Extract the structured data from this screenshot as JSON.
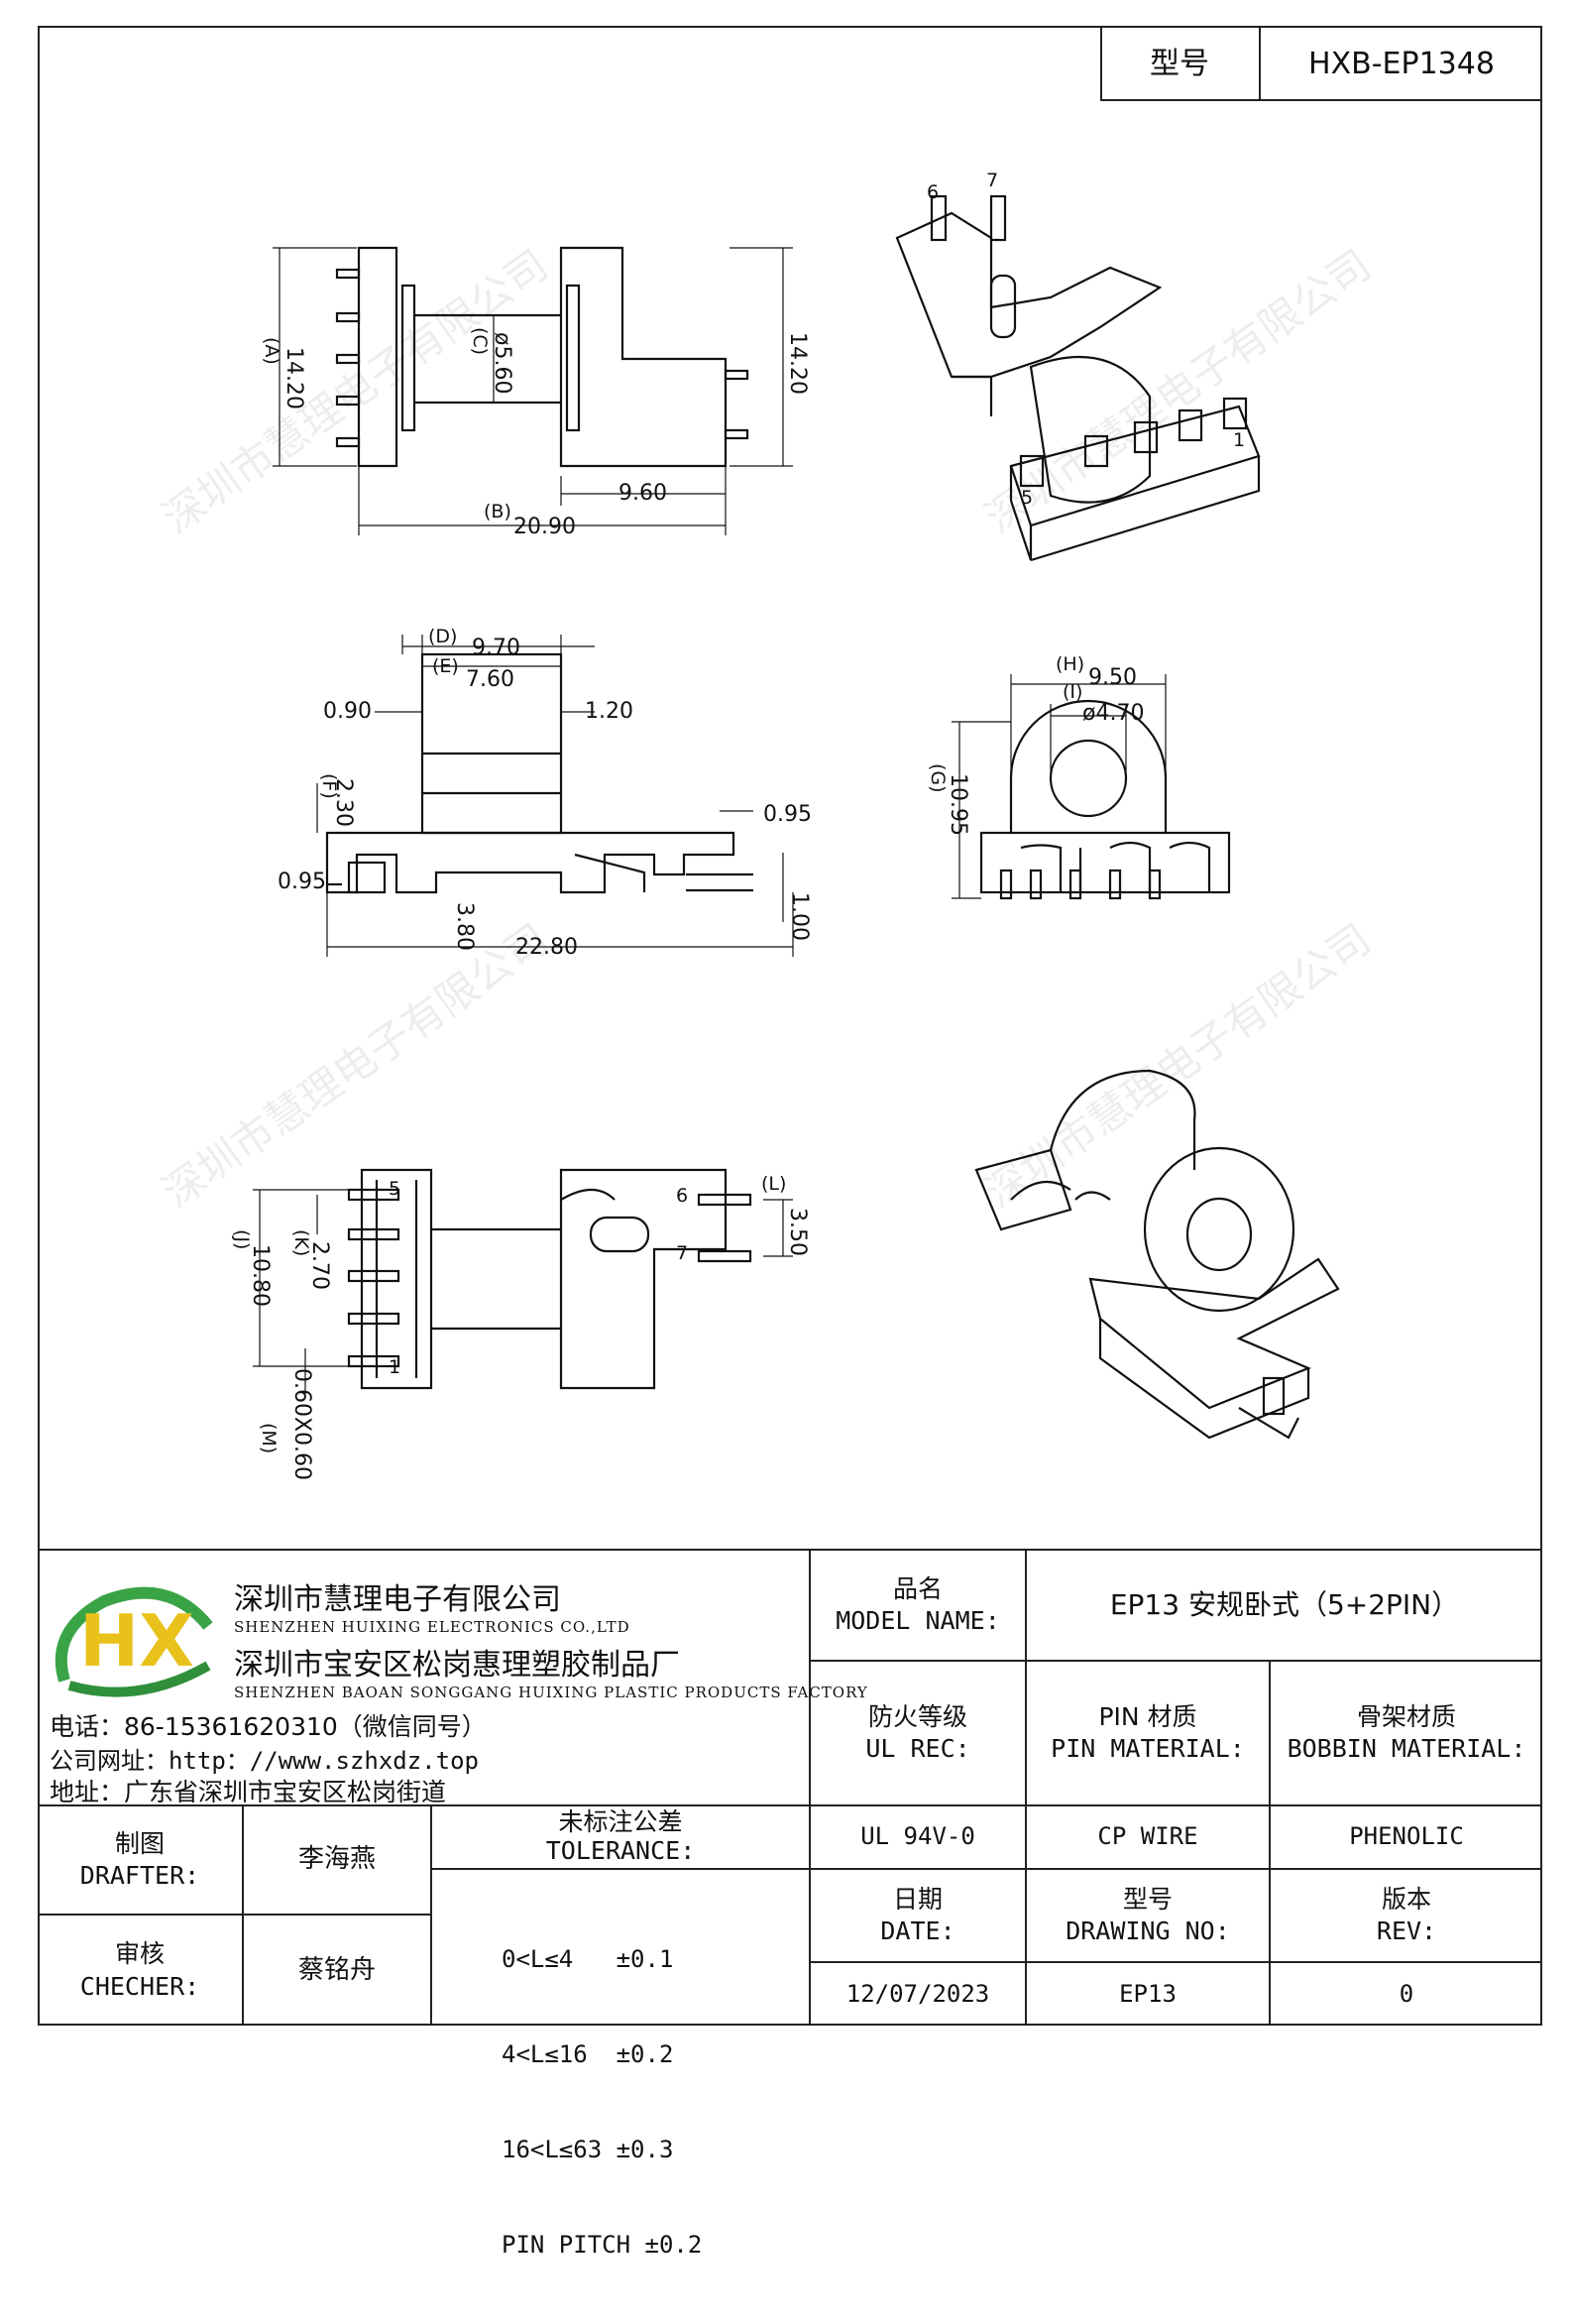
{
  "model": {
    "label": "型号",
    "value": "HXB-EP1348"
  },
  "watermark": "深圳市慧理电子有限公司",
  "views": {
    "top": {
      "A": "(A)",
      "dimA": "14.20",
      "C": "(C)",
      "dimC": "ø5.60",
      "dimRight": "14.20",
      "dim9": "9.60",
      "B": "(B)",
      "dimB": "20.90"
    },
    "iso1": {
      "pin6": "6",
      "pin7": "7",
      "pin5": "5",
      "pin1": "1"
    },
    "side": {
      "D": "(D)",
      "dimD": "9.70",
      "E": "(E)",
      "dimE": "7.60",
      "d090": "0.90",
      "d120": "1.20",
      "F": "(F)",
      "dimF": "2.30",
      "d095a": "0.95",
      "d095b": "0.95",
      "d380": "3.80",
      "d100": "1.00",
      "d2280": "22.80"
    },
    "end": {
      "H": "(H)",
      "dimH": "9.50",
      "I": "(I)",
      "dimI": "ø4.70",
      "G": "(G)",
      "dimG": "10.95"
    },
    "bottom": {
      "J": "(J)",
      "dimJ": "10.80",
      "K": "(K)",
      "dimK": "2.70",
      "M": "(M)",
      "dimM": "0.60X0.60",
      "L": "(L)",
      "dimL": "3.50",
      "p5": "5",
      "p1": "1",
      "p6": "6",
      "p7": "7"
    }
  },
  "company": {
    "logo_text": "HX",
    "name1": "深圳市慧理电子有限公司",
    "name1_en": "SHENZHEN HUIXING ELECTRONICS CO.,LTD",
    "name2": "深圳市宝安区松岗惠理塑胶制品厂",
    "name2_en": "SHENZHEN BAOAN SONGGANG HUIXING PLASTIC PRODUCTS FACTORY",
    "tel": "电话：86-15361620310（微信同号）",
    "web": "公司网址：http：//www.szhxdz.top",
    "addr": "地址：广东省深圳市宝安区松岗街道"
  },
  "titleblock": {
    "model_name_cn": "品名",
    "model_name_en": "MODEL NAME:",
    "model_name_value": "EP13 安规卧式（5+2PIN）",
    "ul_cn": "防火等级",
    "ul_en": "UL REC:",
    "pin_cn": "PIN 材质",
    "pin_en": "PIN MATERIAL:",
    "bobbin_cn": "骨架材质",
    "bobbin_en": "BOBBIN MATERIAL:",
    "ul_value": "UL 94V-0",
    "pin_value": "CP WIRE",
    "bobbin_value": "PHENOLIC",
    "drafter_cn": "制图",
    "drafter_en": "DRAFTER:",
    "drafter_name": "李海燕",
    "checker_cn": "审核",
    "checker_en": "CHECHER:",
    "checker_name": "蔡铭舟",
    "tol_cn": "未标注公差",
    "tol_en": "TOLERANCE:",
    "tol_lines": [
      "0<L≤4   ±0.1",
      "4<L≤16  ±0.2",
      "16<L≤63 ±0.3",
      "PIN PITCH ±0.2"
    ],
    "date_cn": "日期",
    "date_en": "DATE:",
    "date_value": "12/07/2023",
    "dwg_cn": "型号",
    "dwg_en": "DRAWING NO:",
    "dwg_value": "EP13",
    "rev_cn": "版本",
    "rev_en": "REV:",
    "rev_value": "0"
  }
}
